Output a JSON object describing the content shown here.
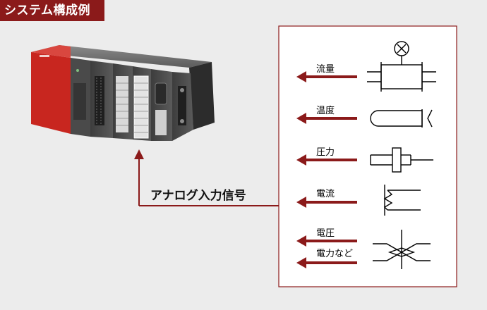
{
  "header": {
    "title": "システム構成例"
  },
  "connector": {
    "label": "アナログ入力信号"
  },
  "signals": [
    {
      "label": "流量",
      "icon": "flow-meter-icon"
    },
    {
      "label": "温度",
      "icon": "temperature-sensor-icon"
    },
    {
      "label": "圧力",
      "icon": "pressure-sensor-icon"
    },
    {
      "label": "電流",
      "icon": "current-transformer-icon"
    },
    {
      "label": "電圧",
      "icon": "voltage-icon"
    },
    {
      "label": "電力など",
      "icon": "power-meter-icon"
    }
  ],
  "colors": {
    "accent": "#8b1a1a",
    "background": "#ececec",
    "panel": "#ffffff"
  }
}
